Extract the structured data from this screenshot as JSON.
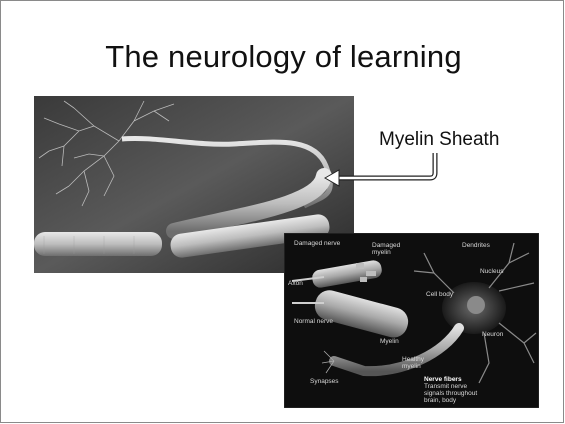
{
  "slide": {
    "title": "The neurology of learning",
    "callout": "Myelin Sheath"
  },
  "diagram": {
    "labels": {
      "damaged_nerve": "Damaged nerve",
      "damaged_myelin_1": "Damaged",
      "damaged_myelin_2": "myelin",
      "dendrites": "Dendrites",
      "nucleus": "Nucleus",
      "axon": "Axon",
      "cell_body": "Cell body",
      "normal_nerve": "Normal nerve",
      "neuron": "Neuron",
      "myelin": "Myelin",
      "healthy_myelin_1": "Healthy",
      "healthy_myelin_2": "myelin",
      "synapses": "Synapses",
      "nerve_fibers": "Nerve fibers",
      "nf_line1": "Transmit nerve",
      "nf_line2": "signals throughout",
      "nf_line3": "brain, body"
    }
  },
  "colors": {
    "background": "#ffffff",
    "border": "#8a8a8a",
    "text": "#111111"
  }
}
